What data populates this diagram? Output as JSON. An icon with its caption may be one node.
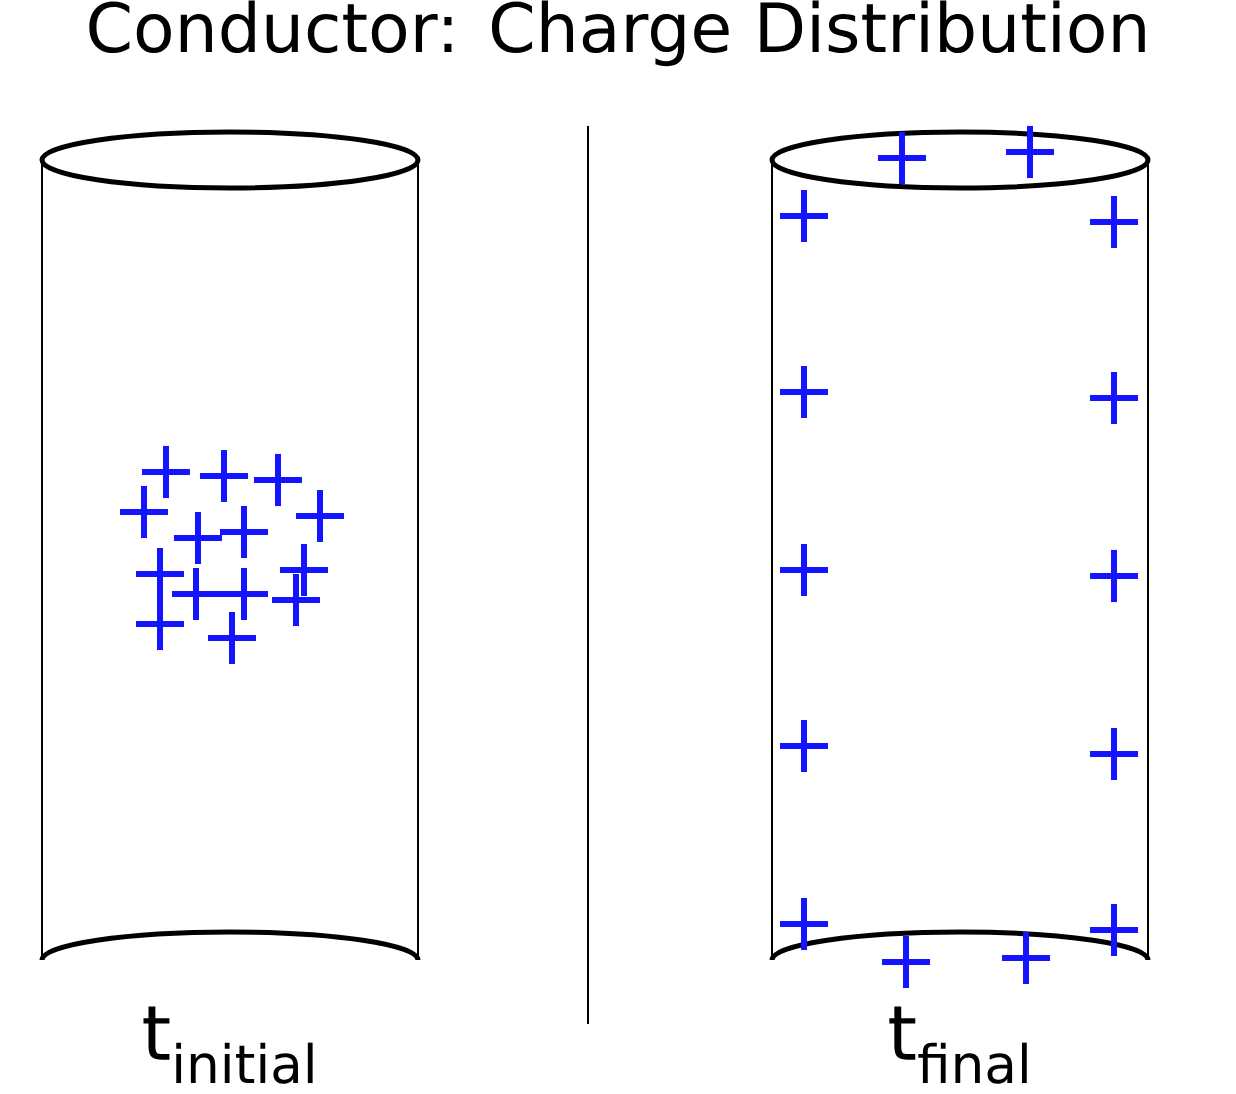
{
  "diagram": {
    "title": "Conductor: Charge Distribution",
    "nodes": [
      {
        "text": [],
        "shape": "cylinder",
        "beside": [
          "t$_{initial}$"
        ]
      },
      {
        "text": [],
        "shape": "cylinder",
        "beside": [
          "t$_{final}$"
        ]
      }
    ]
  }
}
